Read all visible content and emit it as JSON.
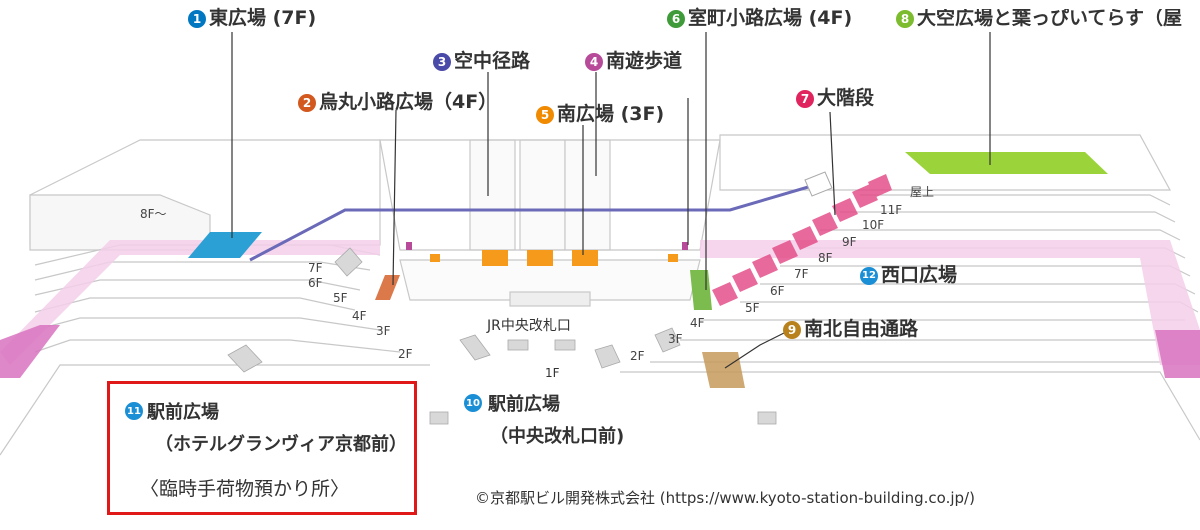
{
  "labels": {
    "l1": {
      "num": "1",
      "text": "東広場 (7F)",
      "color": "#0077c0"
    },
    "l2": {
      "num": "2",
      "text": "烏丸小路広場（4F）",
      "color": "#d2581e"
    },
    "l3": {
      "num": "3",
      "text": "空中径路",
      "color": "#4a4aa8"
    },
    "l4": {
      "num": "4",
      "text": "南遊歩道",
      "color": "#b84a9a"
    },
    "l5": {
      "num": "5",
      "text": "南広場 (3F)",
      "color": "#f08a00"
    },
    "l6": {
      "num": "6",
      "text": "室町小路広場 (4F)",
      "color": "#3f9a3a"
    },
    "l7": {
      "num": "7",
      "text": "大階段",
      "color": "#e0245e"
    },
    "l8": {
      "num": "8",
      "text": "大空広場と葉っぴいてらす（屋",
      "color": "#7cbc2e"
    },
    "l9": {
      "num": "9",
      "text": "南北自由通路",
      "color": "#b8811c"
    },
    "l10": {
      "num": "10",
      "text": "駅前広場",
      "text2": "（中央改札口前)",
      "color": "#1a8fd6"
    },
    "l11": {
      "num": "11",
      "text": "駅前広場",
      "text2": "（ホテルグランヴィア京都前）",
      "color": "#1a8fd6"
    },
    "l12": {
      "num": "12",
      "text": "西口広場",
      "color": "#1a8fd6"
    }
  },
  "floors_left": [
    "8F～",
    "7F",
    "6F",
    "5F",
    "4F",
    "3F",
    "2F"
  ],
  "floors_right": [
    "屋上",
    "11F",
    "10F",
    "9F",
    "8F",
    "7F",
    "6F",
    "5F",
    "4F",
    "3F",
    "2F"
  ],
  "center_gate": "JR中央改札口",
  "center_floor": "1F",
  "note_11": "〈臨時手荷物預かり所〉",
  "copyright": "©京都駅ビル開発株式会社 (https://www.kyoto-station-building.co.jp/)",
  "colors": {
    "pink_band": "#f3cfe9",
    "pink_band_dark": "#d873c0",
    "purple_path": "#6a6ab8",
    "orange_plaza": "#f59a1a",
    "green_roof": "#9bd43a",
    "blue_east": "#2aa0d4",
    "stairs": "#e4508a",
    "highlight_box": "#e01818"
  }
}
